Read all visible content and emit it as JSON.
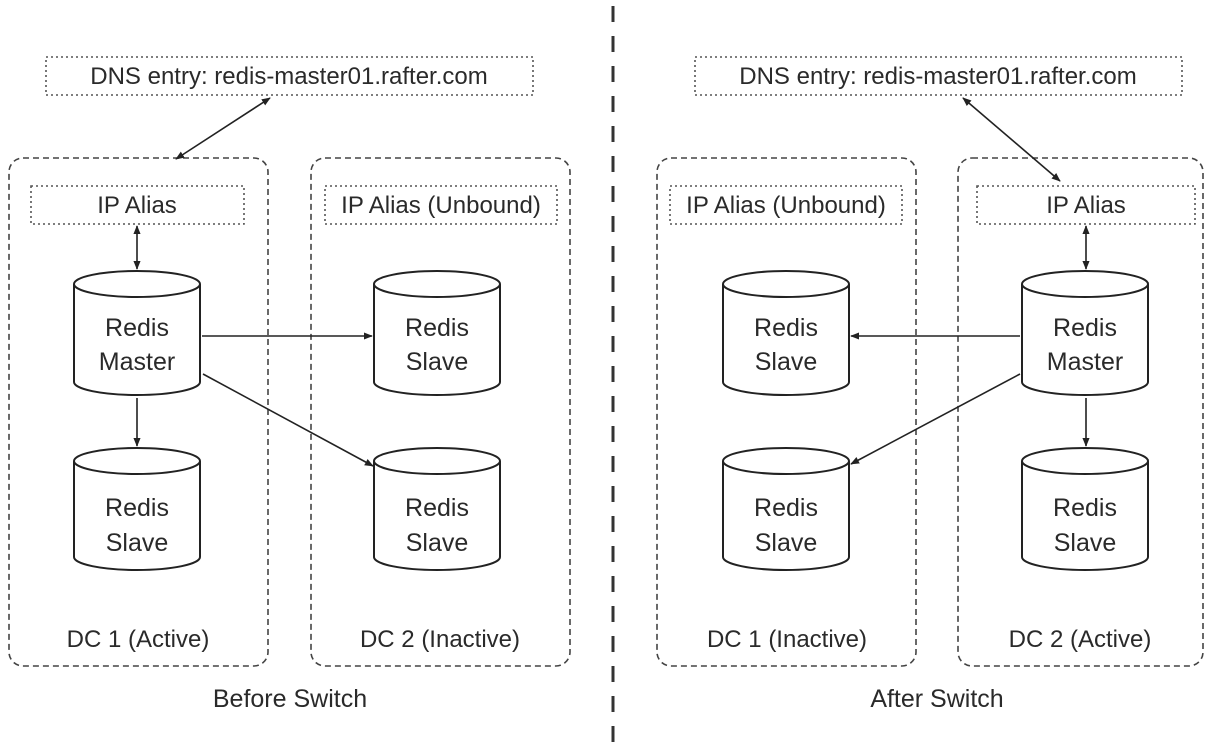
{
  "left": {
    "dns": "DNS entry: redis-master01.rafter.com",
    "dc1": {
      "alias": "IP Alias",
      "label": "DC 1 (Active)",
      "master": [
        "Redis",
        "Master"
      ],
      "slave": [
        "Redis",
        "Slave"
      ]
    },
    "dc2": {
      "alias": "IP Alias (Unbound)",
      "label": "DC 2 (Inactive)",
      "slave_top": [
        "Redis",
        "Slave"
      ],
      "slave_bottom": [
        "Redis",
        "Slave"
      ]
    },
    "caption": "Before Switch"
  },
  "right": {
    "dns": "DNS entry: redis-master01.rafter.com",
    "dc1": {
      "alias": "IP Alias (Unbound)",
      "label": "DC 1 (Inactive)",
      "slave_top": [
        "Redis",
        "Slave"
      ],
      "slave_bottom": [
        "Redis",
        "Slave"
      ]
    },
    "dc2": {
      "alias": "IP Alias",
      "label": "DC 2 (Active)",
      "master": [
        "Redis",
        "Master"
      ],
      "slave": [
        "Redis",
        "Slave"
      ]
    },
    "caption": "After Switch"
  }
}
